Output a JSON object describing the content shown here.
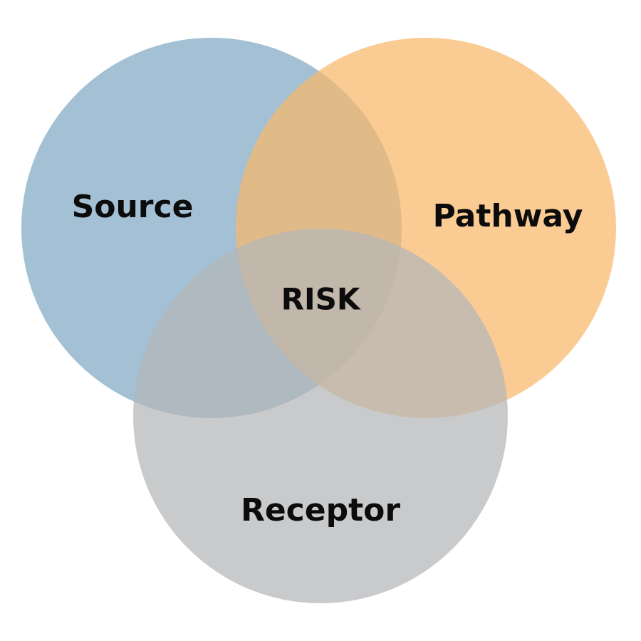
{
  "diagram": {
    "sets": [
      {
        "key": "source",
        "label": "Source",
        "color": "#7fa8c4"
      },
      {
        "key": "pathway",
        "label": "Pathway",
        "color": "#f8b96a"
      },
      {
        "key": "receptor",
        "label": "Receptor",
        "color": "#b4b6b9"
      }
    ],
    "intersection": {
      "label": "RISK"
    },
    "background": "#ffffff"
  }
}
